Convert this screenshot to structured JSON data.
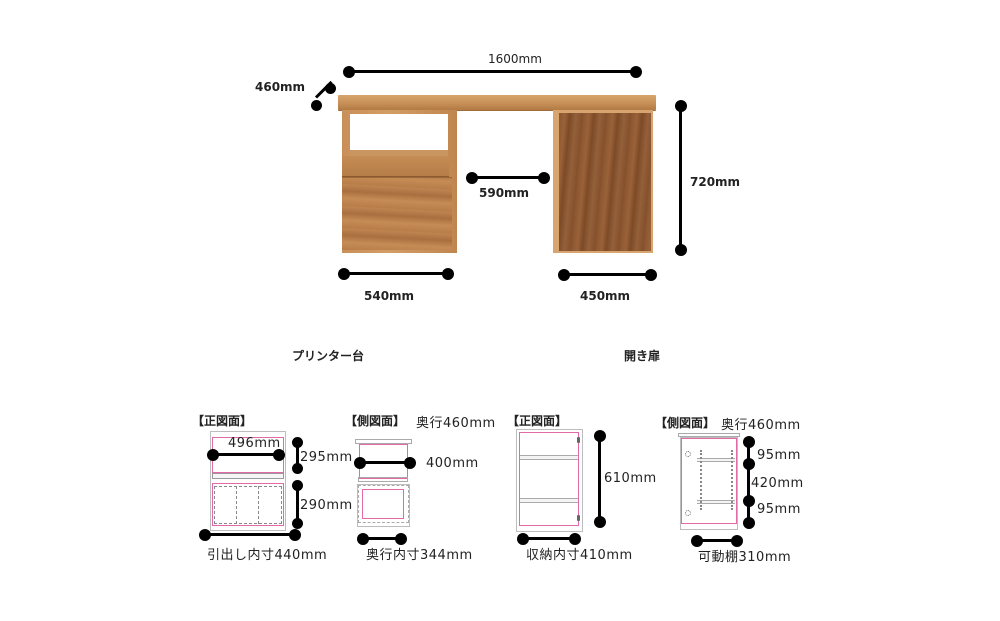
{
  "main_diagram": {
    "width_label": "1600mm",
    "depth_label": "460mm",
    "height_label": "720mm",
    "knee_space_label": "590mm",
    "left_unit_width_label": "540mm",
    "right_unit_width_label": "450mm",
    "colors": {
      "wood_light": "#c98f58",
      "wood_dark": "#8a5530",
      "dimension_line": "#000000"
    }
  },
  "sections": {
    "printer_stand": {
      "title": "プリンター台",
      "front_view": {
        "heading": "【正図面】",
        "inner_width_label": "496mm",
        "upper_height_label": "295mm",
        "lower_height_label": "290mm",
        "drawer_inner_label": "引出し内寸440mm"
      },
      "side_view": {
        "heading": "【側図面】",
        "depth_label": "奥行460mm",
        "inner_depth_label": "400mm",
        "depth_inner_label": "奥行内寸344mm"
      }
    },
    "hinged_door": {
      "title": "開き扉",
      "front_view": {
        "heading": "【正図面】",
        "inner_height_label": "610mm",
        "storage_inner_label": "収納内寸410mm"
      },
      "side_view": {
        "heading": "【側図面】",
        "depth_label": "奥行460mm",
        "top_gap_label": "95mm",
        "middle_label": "420mm",
        "bottom_gap_label": "95mm",
        "adjustable_shelf_label": "可動棚310mm"
      }
    },
    "accent_color": "#e46aa7"
  }
}
